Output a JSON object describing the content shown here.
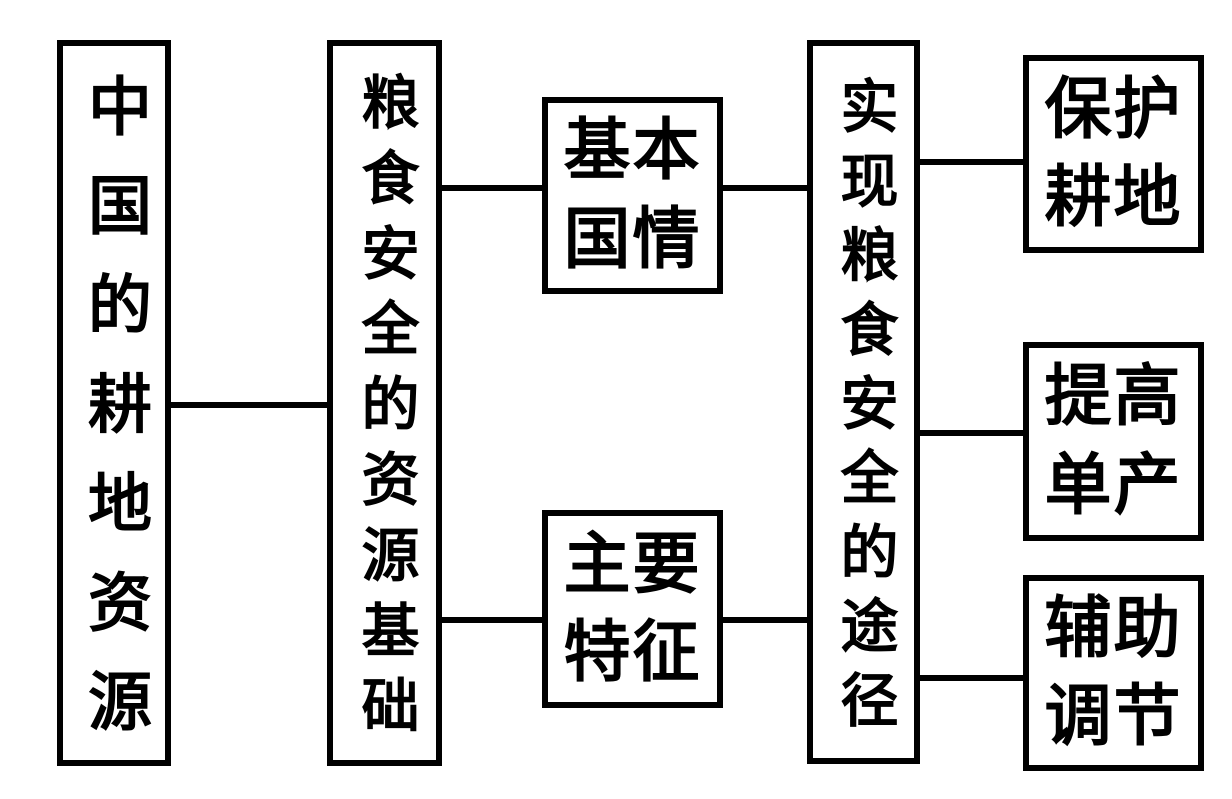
{
  "diagram": {
    "background_color": "#ffffff",
    "line_color": "#000000",
    "nodes": {
      "root": {
        "label": "中国的耕地资源"
      },
      "basis": {
        "label": "粮食安全的资源基础"
      },
      "situation": {
        "label": "基本国情"
      },
      "features": {
        "label": "主要特征"
      },
      "pathways": {
        "label": "实现粮食安全的途径"
      },
      "protect": {
        "label": "保护耕地"
      },
      "yield": {
        "label": "提高单产"
      },
      "adjust": {
        "label": "辅助调节"
      }
    },
    "edges": [
      {
        "from": "root",
        "to": "basis"
      },
      {
        "from": "basis",
        "to": "situation"
      },
      {
        "from": "basis",
        "to": "features"
      },
      {
        "from": "situation",
        "to": "pathways"
      },
      {
        "from": "features",
        "to": "pathways"
      },
      {
        "from": "pathways",
        "to": "protect"
      },
      {
        "from": "pathways",
        "to": "yield"
      },
      {
        "from": "pathways",
        "to": "adjust"
      }
    ]
  }
}
